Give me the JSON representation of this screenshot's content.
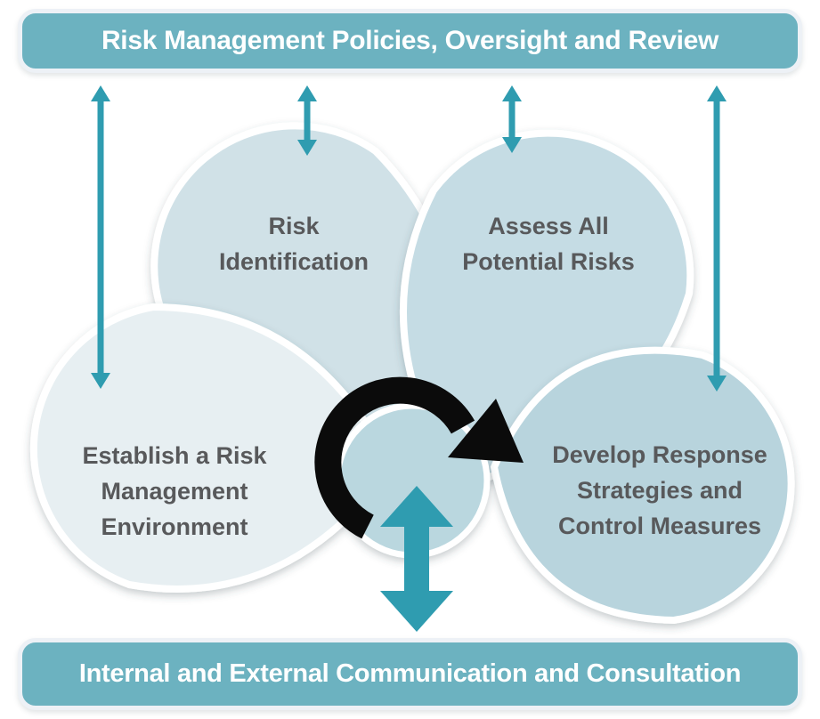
{
  "diagram": {
    "top_banner": "Risk Management Policies, Oversight and Review",
    "bottom_banner": "Internal and External Communication and Consultation",
    "petals": {
      "risk_identification": "Risk\nIdentification",
      "assess": "Assess All\nPotential Risks",
      "establish": "Establish a Risk\nManagement\nEnvironment",
      "develop": "Develop Response\nStrategies and\nControl Measures"
    },
    "icons": {
      "cycle_arrow": "↻",
      "vertical_link_arrow": "↕",
      "communication_arrow": "⬍"
    },
    "colors": {
      "banner_fill": "#6cb2c0",
      "banner_outline": "#edf1f6",
      "banner_text": "#ffffff",
      "petal_establish": "#e7eff2",
      "petal_risk_identification": "#d0e1e7",
      "petal_assess": "#c5dce4",
      "petal_develop": "#b8d4dd",
      "center_circle": "#bad7df",
      "petal_outline": "#ffffff",
      "label_text": "#58595b",
      "arrow_teal": "#2f9cb0",
      "cycle_black": "#0b0b0b"
    }
  }
}
